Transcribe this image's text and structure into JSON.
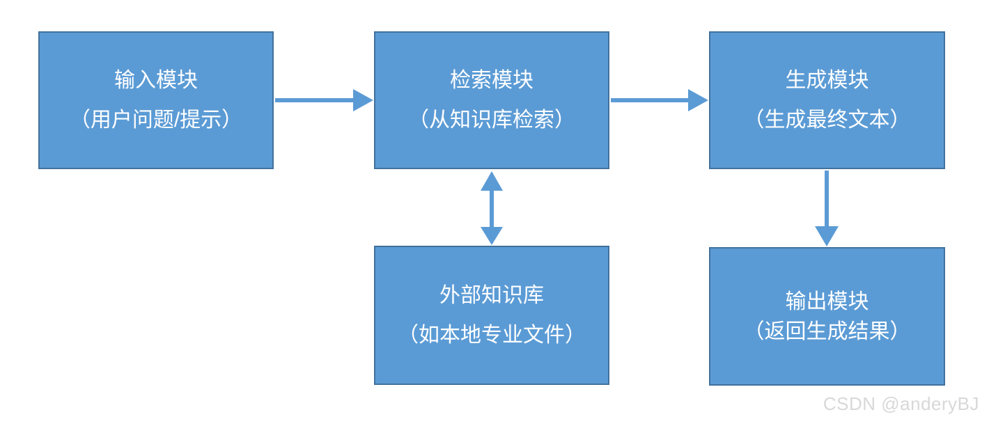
{
  "diagram": {
    "type": "flowchart",
    "boxes": [
      {
        "id": "input",
        "line1": "输入模块",
        "line2": "（用户问题/提示）"
      },
      {
        "id": "retrieval",
        "line1": "检索模块",
        "line2": "（从知识库检索）"
      },
      {
        "id": "generation",
        "line1": "生成模块",
        "line2": "（生成最终文本）"
      },
      {
        "id": "knowledge-base",
        "line1": "外部知识库",
        "line2": "（如本地专业文件）"
      },
      {
        "id": "output",
        "line1": "输出模块",
        "line2": "（返回生成结果）"
      }
    ],
    "connections": [
      {
        "from": "input",
        "to": "retrieval",
        "direction": "right",
        "style": "single-arrow"
      },
      {
        "from": "retrieval",
        "to": "generation",
        "direction": "right",
        "style": "single-arrow"
      },
      {
        "from": "retrieval",
        "to": "knowledge-base",
        "direction": "vertical",
        "style": "double-arrow"
      },
      {
        "from": "generation",
        "to": "output",
        "direction": "down",
        "style": "single-arrow"
      }
    ]
  },
  "watermark": {
    "text": "CSDN @anderyBJ"
  },
  "colors": {
    "background": "#FFFFFF",
    "box_fill": "#5B9BD5",
    "box_border": "#41719C",
    "arrow": "#5B9BD5",
    "text": "#FFFFFF",
    "watermark": "#D8D8D8"
  }
}
